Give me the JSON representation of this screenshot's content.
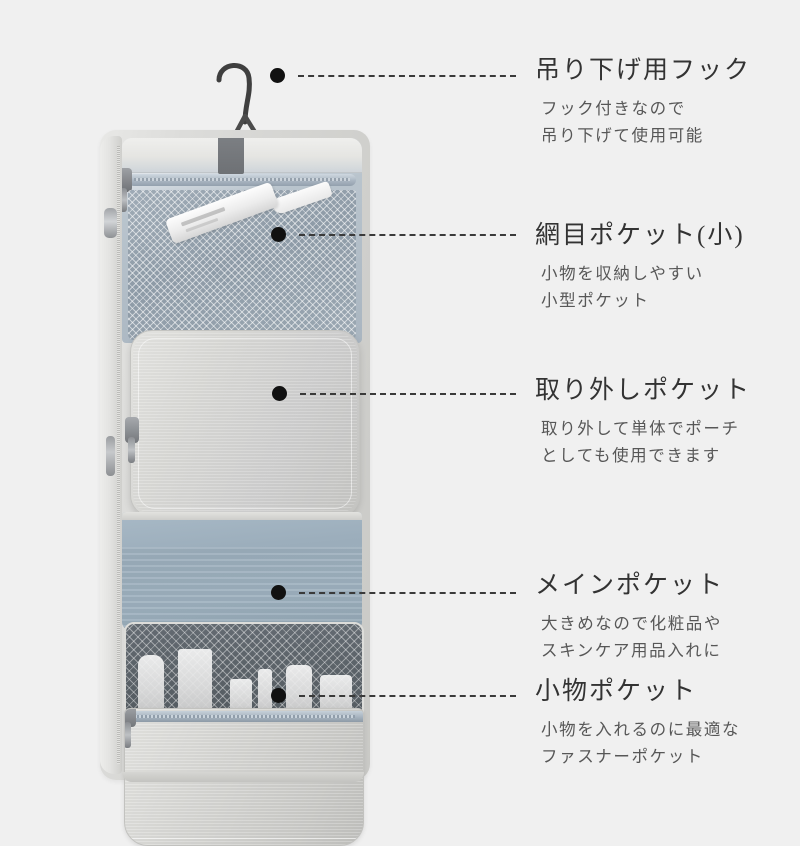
{
  "page": {
    "background_color": "#f0f0f0",
    "product_type": "hanging-toiletry-bag",
    "accent_color": "#111111",
    "line_color": "#3a3a3a"
  },
  "colors": {
    "fabric_gray": "#c8c8c6",
    "lining_blue": "#9badbb",
    "mesh_dark": "#5b6268",
    "hook_metal": "#4a4a4a",
    "zipper_blue": "#a4b1bd"
  },
  "callouts": [
    {
      "id": "hanging-hook",
      "title": "吊り下げ用フック",
      "desc_lines": [
        "フック付きなので",
        "吊り下げて使用可能"
      ]
    },
    {
      "id": "mesh-pocket-small",
      "title": "網目ポケット(小)",
      "desc_lines": [
        "小物を収納しやすい",
        "小型ポケット"
      ]
    },
    {
      "id": "detachable-pouch",
      "title": "取り外しポケット",
      "desc_lines": [
        "取り外して単体でポーチ",
        "としても使用できます"
      ]
    },
    {
      "id": "main-pocket",
      "title": "メインポケット",
      "desc_lines": [
        "大きめなので化粧品や",
        "スキンケア用品入れに"
      ]
    },
    {
      "id": "small-items-pocket",
      "title": "小物ポケット",
      "desc_lines": [
        "小物を入れるのに最適な",
        "ファスナーポケット"
      ]
    }
  ]
}
